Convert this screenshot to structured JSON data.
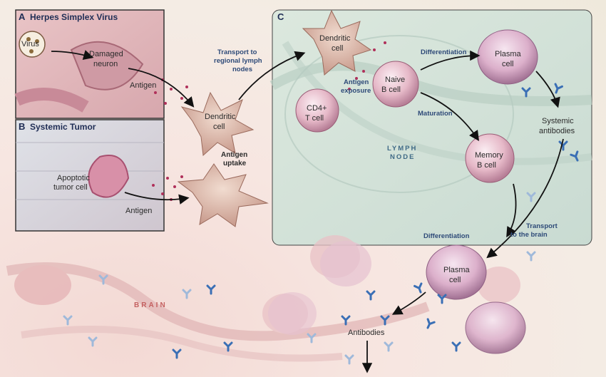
{
  "panelA": {
    "letter": "A",
    "title": "Herpes Simplex Virus",
    "virus": "Virus",
    "neuron_line1": "Damaged",
    "neuron_line2": "neuron",
    "antigen": "Antigen"
  },
  "panelB": {
    "letter": "B",
    "title": "Systemic Tumor",
    "tumor_line1": "Apoptotic",
    "tumor_line2": "tumor cell",
    "antigen": "Antigen"
  },
  "panelC": {
    "letter": "C"
  },
  "labels": {
    "transport_lymph_1": "Transport to",
    "transport_lymph_2": "regional lymph",
    "transport_lymph_3": "nodes",
    "dendritic_1": "Dendritic",
    "dendritic_2": "cell",
    "antigen_uptake_1": "Antigen",
    "antigen_uptake_2": "uptake",
    "dendritic_top_1": "Dendritic",
    "dendritic_top_2": "cell",
    "antigen_exposure_1": "Antigen",
    "antigen_exposure_2": "exposure",
    "cd4_1": "CD4+",
    "cd4_2": "T cell",
    "naive_1": "Naive",
    "naive_2": "B cell",
    "differentiation_top": "Differentiation",
    "plasma_top_1": "Plasma",
    "plasma_top_2": "cell",
    "maturation": "Maturation",
    "lymph_1": "LYMPH",
    "lymph_2": "NODE",
    "memory_1": "Memory",
    "memory_2": "B cell",
    "systemic_1": "Systemic",
    "systemic_2": "antibodies",
    "transport_brain_1": "Transport",
    "transport_brain_2": "to the brain",
    "differentiation_low": "Differentiation",
    "plasma_low_1": "Plasma",
    "plasma_low_2": "cell",
    "antibodies": "Antibodies",
    "brain": "BRAIN"
  },
  "colors": {
    "title": "#1f2d55",
    "arrow": "#111111",
    "antigen_dot": "#b0305a",
    "antibody": "#3a6fb5",
    "cell_pink": "#e5b6c6",
    "lymph_bg": "#d7e3d8"
  }
}
